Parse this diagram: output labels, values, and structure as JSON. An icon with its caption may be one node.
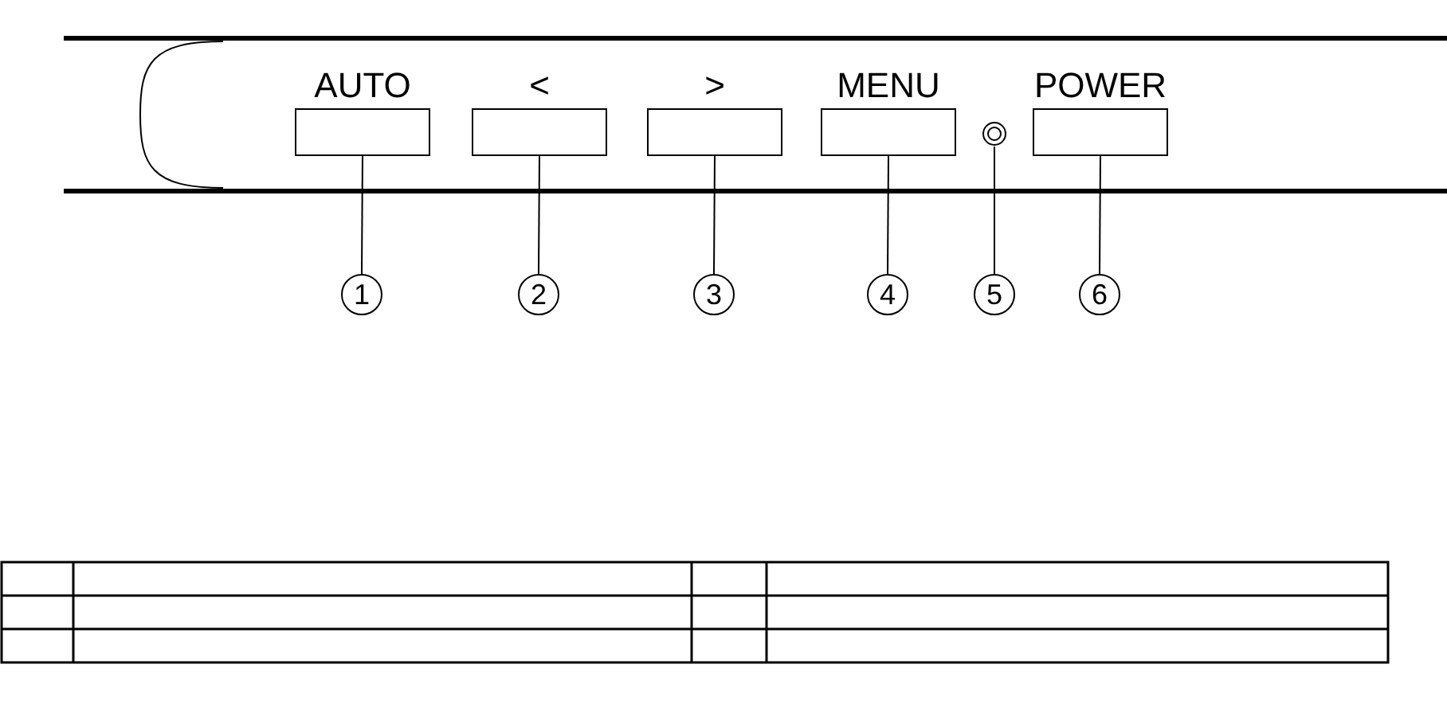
{
  "diagram": {
    "nodes": [
      {
        "text": [
          "AUTO"
        ]
      },
      {
        "text": [
          "<"
        ]
      },
      {
        "text": [
          ">"
        ]
      },
      {
        "text": [
          "MENU"
        ]
      },
      {
        "text": [],
        "shape": "circle"
      },
      {
        "text": [
          "POWER"
        ]
      },
      {
        "text": [
          "1"
        ]
      },
      {
        "text": [
          "2"
        ]
      },
      {
        "text": [
          "3"
        ]
      },
      {
        "text": [
          "4"
        ]
      },
      {
        "text": [
          "5"
        ]
      },
      {
        "text": [
          "6"
        ]
      }
    ],
    "edges": [
      {
        "from": 6,
        "to": 0,
        "arrow": "none"
      },
      {
        "from": 7,
        "to": 1,
        "arrow": "none"
      },
      {
        "from": 8,
        "to": 2,
        "arrow": "none"
      },
      {
        "from": 9,
        "to": 3,
        "arrow": "none"
      },
      {
        "from": 10,
        "to": 4,
        "arrow": "none"
      },
      {
        "from": 11,
        "to": 5,
        "arrow": "none"
      }
    ]
  }
}
